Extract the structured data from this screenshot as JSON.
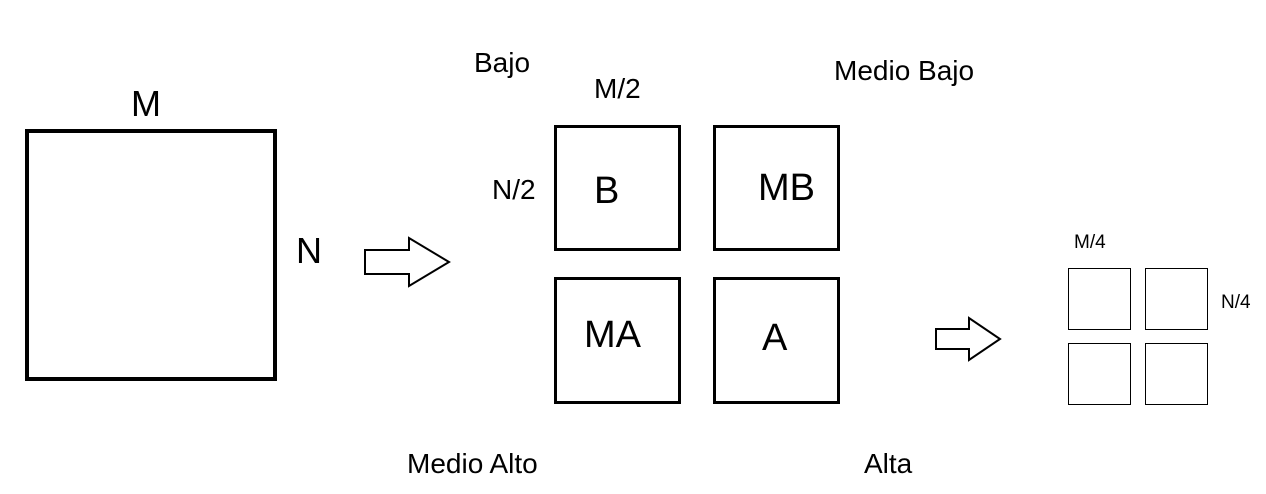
{
  "original": {
    "width_label": "M",
    "height_label": "N"
  },
  "half": {
    "width_label": "M/2",
    "height_label": "N/2",
    "quadrants": {
      "top_left": {
        "name": "Bajo",
        "code": "B"
      },
      "top_right": {
        "name": "Medio Bajo",
        "code": "MB"
      },
      "bottom_left": {
        "name": "Medio Alto",
        "code": "MA"
      },
      "bottom_right": {
        "name": "Alta",
        "code": "A"
      }
    }
  },
  "quarter": {
    "width_label": "M/4",
    "height_label": "N/4"
  },
  "icons": [
    "arrow-right-icon",
    "arrow-right-icon"
  ]
}
